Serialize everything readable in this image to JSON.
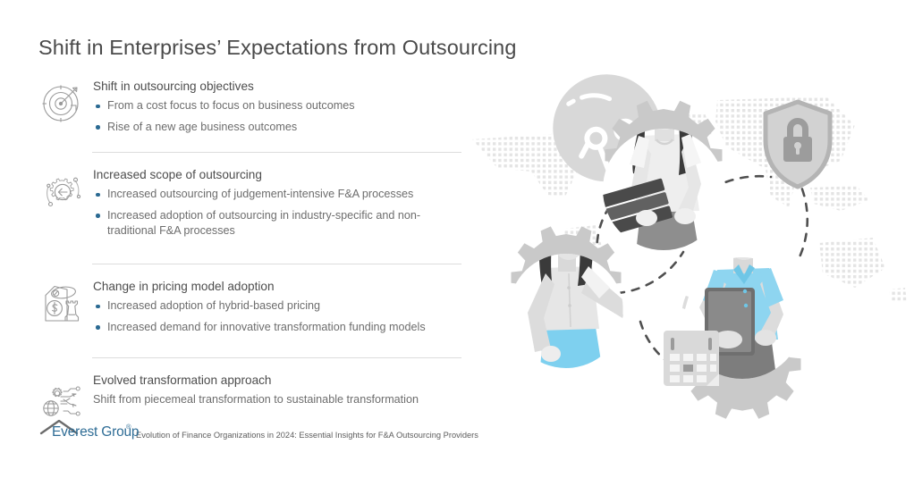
{
  "slide": {
    "title": "Shift in Enterprises’ Expectations from Outsourcing",
    "background_color": "#ffffff",
    "accent_color": "#2b6a92",
    "heading_color": "#4a4a4a",
    "body_color": "#6d6d6d",
    "illustration_accent": "#7fd0ef"
  },
  "sections": [
    {
      "icon": "target-arrow-icon",
      "heading": "Shift in outsourcing objectives",
      "bullets": [
        "From a cost focus to focus on business outcomes",
        "Rise of a new age business outcomes"
      ]
    },
    {
      "icon": "gear-network-icon",
      "heading": "Increased scope of outsourcing",
      "bullets": [
        "Increased outsourcing of judgement-intensive F&A processes",
        "Increased adoption of outsourcing in industry-specific and non-traditional F&A processes"
      ]
    },
    {
      "icon": "price-tag-rook-icon",
      "heading": "Change in pricing model adoption",
      "bullets": [
        "Increased adoption of hybrid-based pricing",
        "Increased demand for innovative transformation funding models"
      ]
    },
    {
      "icon": "gear-globe-circuit-icon",
      "heading": "Evolved transformation approach",
      "bullets": [],
      "plain": "Shift from piecemeal transformation to sustainable transformation"
    }
  ],
  "footer": {
    "logo_name": "Everest Group",
    "logo_registered": "®",
    "source_text": "Evolution of Finance Organizations in 2024: Essential Insights for F&A Outsourcing Providers"
  },
  "illustration": {
    "name": "people-gears-collaboration-illustration",
    "elements": [
      "dotted-world-map-background",
      "lightbulb-icon",
      "gear-top-with-woman",
      "gear-left-with-woman",
      "gear-right-with-man",
      "shield-lock-icon",
      "calendar-icon",
      "dashed-connector-lines"
    ]
  }
}
